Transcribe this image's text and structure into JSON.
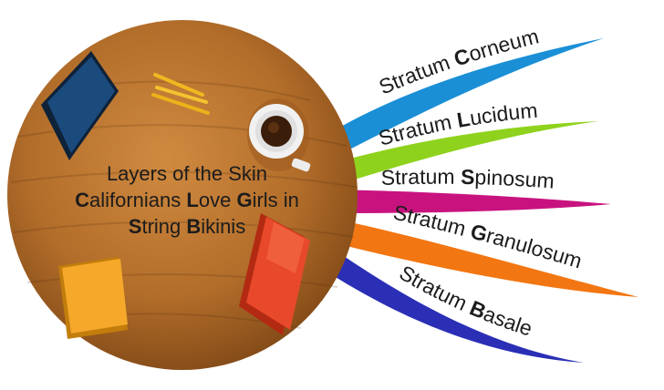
{
  "central_topic": {
    "line1": "Layers of the Skin",
    "mnemonic_words": [
      {
        "initial": "C",
        "rest": "alifornians"
      },
      {
        "initial": "L",
        "rest": "ove"
      },
      {
        "initial": "G",
        "rest": "irls"
      },
      {
        "initial": "",
        "rest": "in"
      },
      {
        "initial": "S",
        "rest": "tring"
      },
      {
        "initial": "B",
        "rest": "ikinis"
      }
    ]
  },
  "branches": [
    {
      "prefix": "Stratum ",
      "initial": "C",
      "rest": "orneum",
      "color": "#1a8fd6"
    },
    {
      "prefix": "Stratum ",
      "initial": "L",
      "rest": "ucidum",
      "color": "#8fd21d"
    },
    {
      "prefix": "Stratum ",
      "initial": "S",
      "rest": "pinosum",
      "color": "#c8137f"
    },
    {
      "prefix": "Stratum ",
      "initial": "G",
      "rest": "ranulosum",
      "color": "#f27612"
    },
    {
      "prefix": "Stratum ",
      "initial": "B",
      "rest": "asale",
      "color": "#2a2fb5"
    }
  ],
  "colors": {
    "table_wood": "#b8742f",
    "text": "#1c1c1c"
  },
  "illustration_icons": [
    "wooden-table",
    "blue-book-icon",
    "pencils-icon",
    "coffee-cup-icon",
    "yellow-notebook-icon",
    "red-notebook-icon"
  ]
}
